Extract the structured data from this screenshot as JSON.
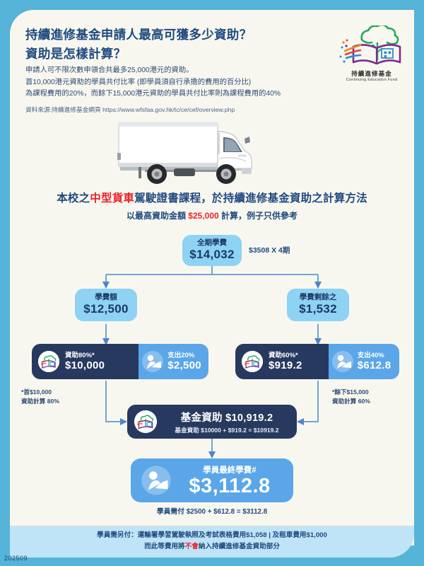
{
  "meta": {
    "footer_code": "202509"
  },
  "header": {
    "title_line1": "持續進修基金申請人最高可獲多少資助？",
    "title_line2": "資助是怎樣計算？",
    "body_line1": "申請人可不限次數申領合共最多25,000港元的資助。",
    "body_line2": "首10,000港元資助的學員共付比率 (即學員須自行承擔的費用的百分比)",
    "body_line3": "為課程費用的20%，而餘下15,000港元資助的學員共付比率則為課程費用的40%",
    "source": "資料來源:持續進修基金網頁 https://www.wfsfaa.gov.hk/tc/ce/cef/overview.php"
  },
  "logo": {
    "name_cn": "持續進修基金",
    "name_en": "Continuing Education Fund"
  },
  "illustration": {
    "alt": "medium-goods-vehicle-truck"
  },
  "section": {
    "heading_pre": "本校之",
    "heading_red": "中型貨車",
    "heading_post": "駕駛證書課程，於持續進修基金資助之計算方法",
    "sub_pre": "以最高資助金額 ",
    "sub_red": "$25,000",
    "sub_post": " 計算，例子只供參考"
  },
  "flow": {
    "total_fee": {
      "caption": "全期學費",
      "amount": "$14,032"
    },
    "instalment_note": "$3508 X 4期",
    "left_box": {
      "caption": "學費額",
      "amount": "$12,500"
    },
    "right_box": {
      "caption": "學費剩餘之",
      "amount": "$1,532"
    },
    "left_bar": {
      "subsidy_label": "資助80%*",
      "subsidy_amount": "$10,000",
      "spend_label": "支出20%",
      "spend_amount": "$2,500"
    },
    "right_bar": {
      "subsidy_label": "資助60%*",
      "subsidy_amount": "$919.2",
      "spend_label": "支出40%",
      "spend_amount": "$612.8"
    },
    "left_note_line1": "*首$10,000",
    "left_note_line2": "資助計算 80%",
    "right_note_line1": "*餘下$15,000",
    "right_note_line2": "資助計算 60%",
    "fund_box": {
      "title": "基金資助 $10,919.2",
      "formula": "基金資助 $10000 + $919.2 = $10919.2"
    },
    "final_box": {
      "caption": "學員最終學費#",
      "amount": "$3,112.8"
    },
    "final_note": "學員需付 $2500 + $612.8 = $3112.8"
  },
  "footer": {
    "line1": "學員需另付：運輸署學習駕駛執照及考試表格費用$1,058  |  及租車費用$1,000",
    "line2_pre": "而此等費用將",
    "line2_red": "不會",
    "line2_post": "納入持續進修基金資助部分"
  },
  "colors": {
    "frame_blue": "#55b4d8",
    "panel_cream": "#f8f7ef",
    "bottom_band": "#bfe4f7",
    "navy": "#1f4a80",
    "dark_navy": "#27395f",
    "mid_blue": "#5aa6e8",
    "light_blue": "#8ed2f4",
    "red": "#e8232a"
  }
}
